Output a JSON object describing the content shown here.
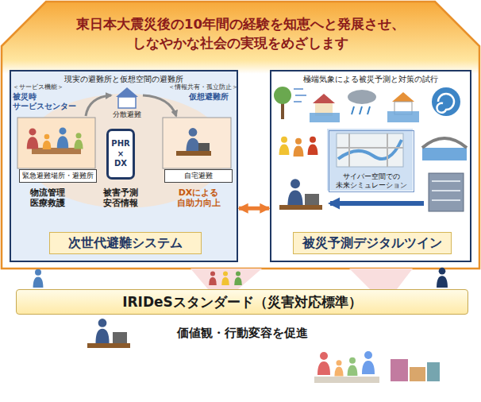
{
  "diagram": {
    "nodes": [
      {
        "text": [
          "東日本大震災後の10年間の経験を知恵へと発展させ、 しなやかな社会の実現をめざします"
        ]
      },
      {
        "text": [
          "現実の避難所と仮想空間の避難所"
        ]
      },
      {
        "text": [
          "緊急避難場所・避難所"
        ],
        "in": 1
      },
      {
        "text": [
          "PHR × DX"
        ],
        "in": 1
      },
      {
        "text": [
          "自宅避難"
        ],
        "in": 1
      },
      {
        "text": [
          "次世代避難システム"
        ],
        "in": 1
      },
      {
        "text": [
          "極端気象による被災予測と対策の試行"
        ]
      },
      {
        "text": [
          "サイバー空間での 未来シミュレーション"
        ],
        "in": 6
      },
      {
        "text": [
          "被災予測デジタルツイン"
        ],
        "in": 6
      },
      {
        "text": [
          "IRIDeSスタンダード（災害対応標準）"
        ]
      }
    ],
    "edges": [
      {
        "from": 1,
        "to": 6,
        "arrow": "both"
      }
    ],
    "labels": [
      "＜サービス機能＞",
      "被災時 サービスセンター",
      "分散避難",
      "＜情報共有・孤立防止＞",
      "仮想避難所",
      "物流管理 医療救護",
      "被害予測 安否情報",
      "DXによる 自助力向上",
      "価値観・行動変容を促進"
    ]
  }
}
